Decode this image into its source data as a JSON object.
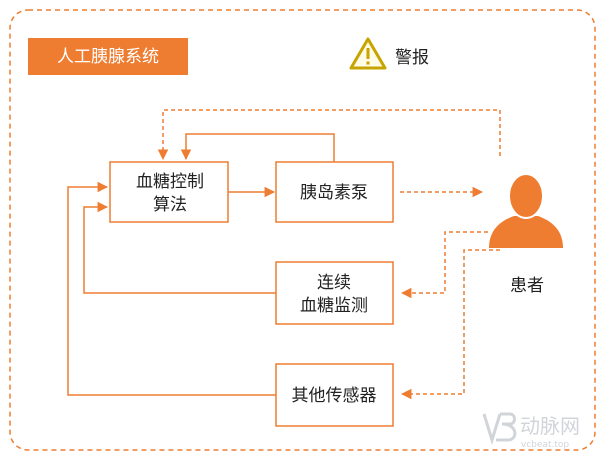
{
  "header": {
    "title": "人工胰腺系统"
  },
  "alarm": {
    "label": "警报",
    "icon": "warning-triangle-icon"
  },
  "nodes": {
    "algorithm": {
      "line1": "血糖控制",
      "line2": "算法"
    },
    "pump": {
      "label": "胰岛素泵"
    },
    "cgm": {
      "line1": "连续",
      "line2": "血糖监测"
    },
    "sensors": {
      "label": "其他传感器"
    },
    "patient": {
      "label": "患者",
      "icon": "person-icon"
    }
  },
  "watermark": {
    "brand": "动脉网",
    "url": "vcbeat.top"
  },
  "colors": {
    "accent": "#ee7d31",
    "alarm": "#c8a400",
    "text": "#222222"
  }
}
